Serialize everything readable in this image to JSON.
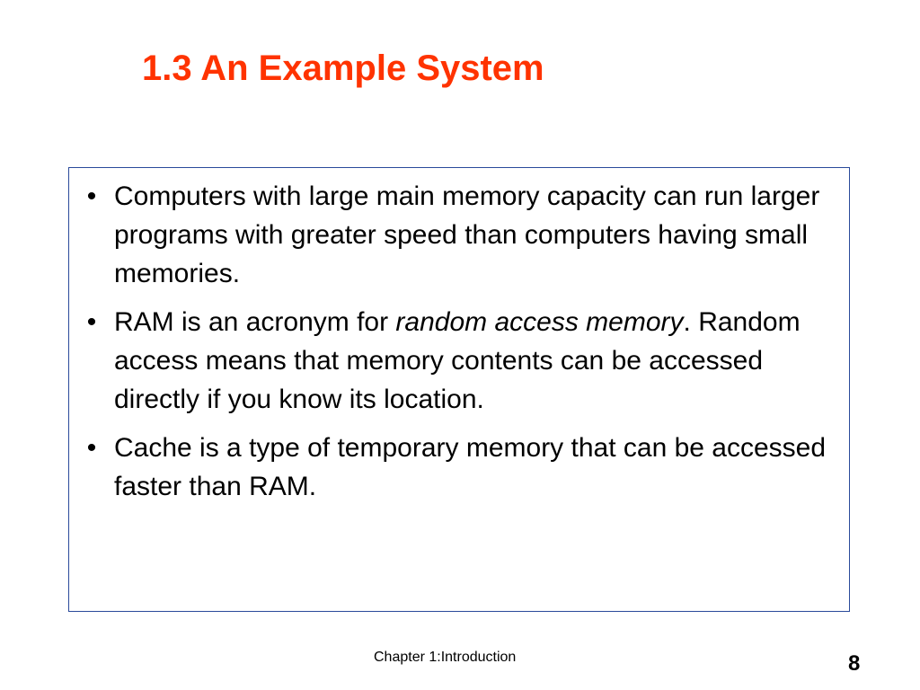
{
  "slide": {
    "title": "1.3 An Example System",
    "title_color": "#ff3300",
    "border_color": "#2a4a9a",
    "bullet_glyph": "•",
    "bullets": [
      {
        "text": "Computers with large main memory capacity can run larger programs with greater speed than computers having small memories."
      },
      {
        "text_before": "RAM is an acronym for ",
        "text_italic": "random access memory",
        "text_after": ". Random access means that memory contents can be accessed directly if you know its location."
      },
      {
        "text": "Cache is a type of temporary memory that can be accessed faster than RAM."
      }
    ],
    "footer": "Chapter 1:Introduction",
    "page_number": "8"
  }
}
